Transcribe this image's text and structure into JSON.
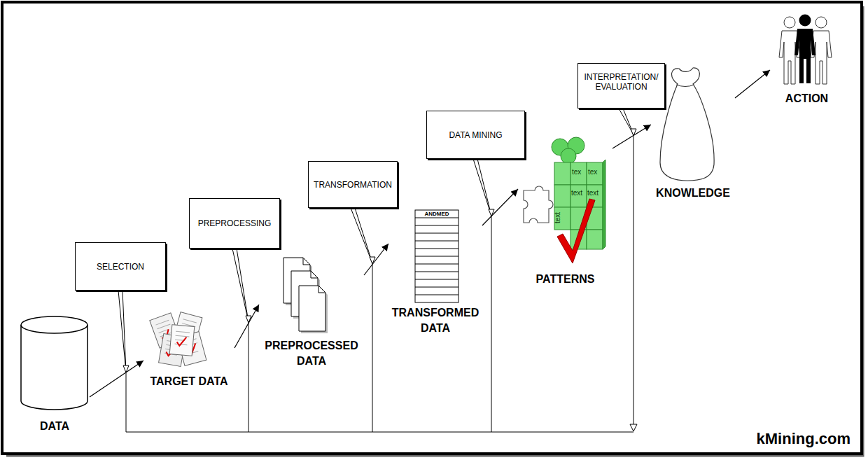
{
  "diagram": {
    "nodes": [
      {
        "text": [
          "DATA"
        ]
      },
      {
        "text": [
          "SELECTION"
        ]
      },
      {
        "text": [
          "TARGET DATA"
        ]
      },
      {
        "text": [
          "PREPROCESSING"
        ]
      },
      {
        "text": [
          "PREPROCESSED DATA"
        ]
      },
      {
        "text": [
          "TRANSFORMATION"
        ]
      },
      {
        "text": [
          "TRANSFORMED DATA"
        ]
      },
      {
        "text": [
          "DATA MINING"
        ]
      },
      {
        "text": [
          "PATTERNS"
        ]
      },
      {
        "text": [
          "INTERPRETATION/ EVALUATION"
        ]
      },
      {
        "text": [
          "KNOWLEDGE"
        ]
      },
      {
        "text": [
          "ACTION"
        ]
      }
    ],
    "edges": [
      {
        "from": 0,
        "to": 2,
        "arrow": "to"
      },
      {
        "from": 2,
        "to": 4,
        "arrow": "to"
      },
      {
        "from": 4,
        "to": 6,
        "arrow": "to"
      },
      {
        "from": 6,
        "to": 8,
        "arrow": "to"
      },
      {
        "from": 8,
        "to": 10,
        "arrow": "to"
      },
      {
        "from": 10,
        "to": 11,
        "arrow": "to"
      }
    ],
    "labels": [
      "ANDMED",
      "tex",
      "tex",
      "text",
      "text",
      "text",
      "kMining.com"
    ]
  }
}
